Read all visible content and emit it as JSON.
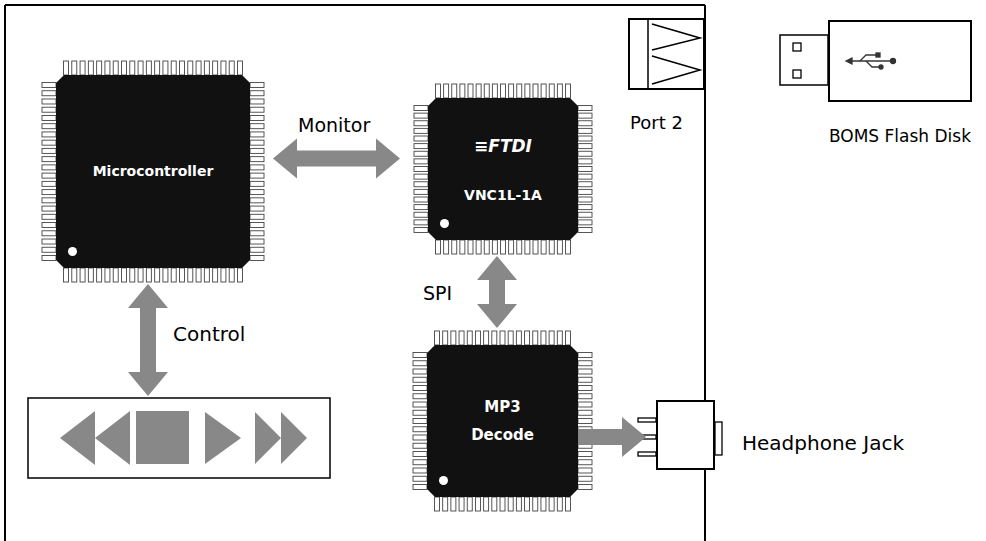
{
  "diagram": {
    "nodes": [
      {
        "text": [
          "Microcontroller"
        ]
      },
      {
        "text": [
          "≡FTDI",
          "VNC1L-1A"
        ]
      },
      {
        "text": [
          "Port 2"
        ]
      },
      {
        "text": [
          "BOMS Flash Disk"
        ]
      },
      {
        "text": [
          "MP3 Decode"
        ]
      },
      {
        "text": [
          "Headphone Jack"
        ]
      }
    ],
    "edges": [
      {
        "from": 0,
        "to": 1,
        "label": "Monitor",
        "arrow": "both"
      },
      {
        "from": 1,
        "to": 4,
        "label": "SPI",
        "arrow": "both"
      },
      {
        "from": 4,
        "to": 5,
        "arrow": "to"
      }
    ],
    "labels": [
      "Control"
    ]
  }
}
